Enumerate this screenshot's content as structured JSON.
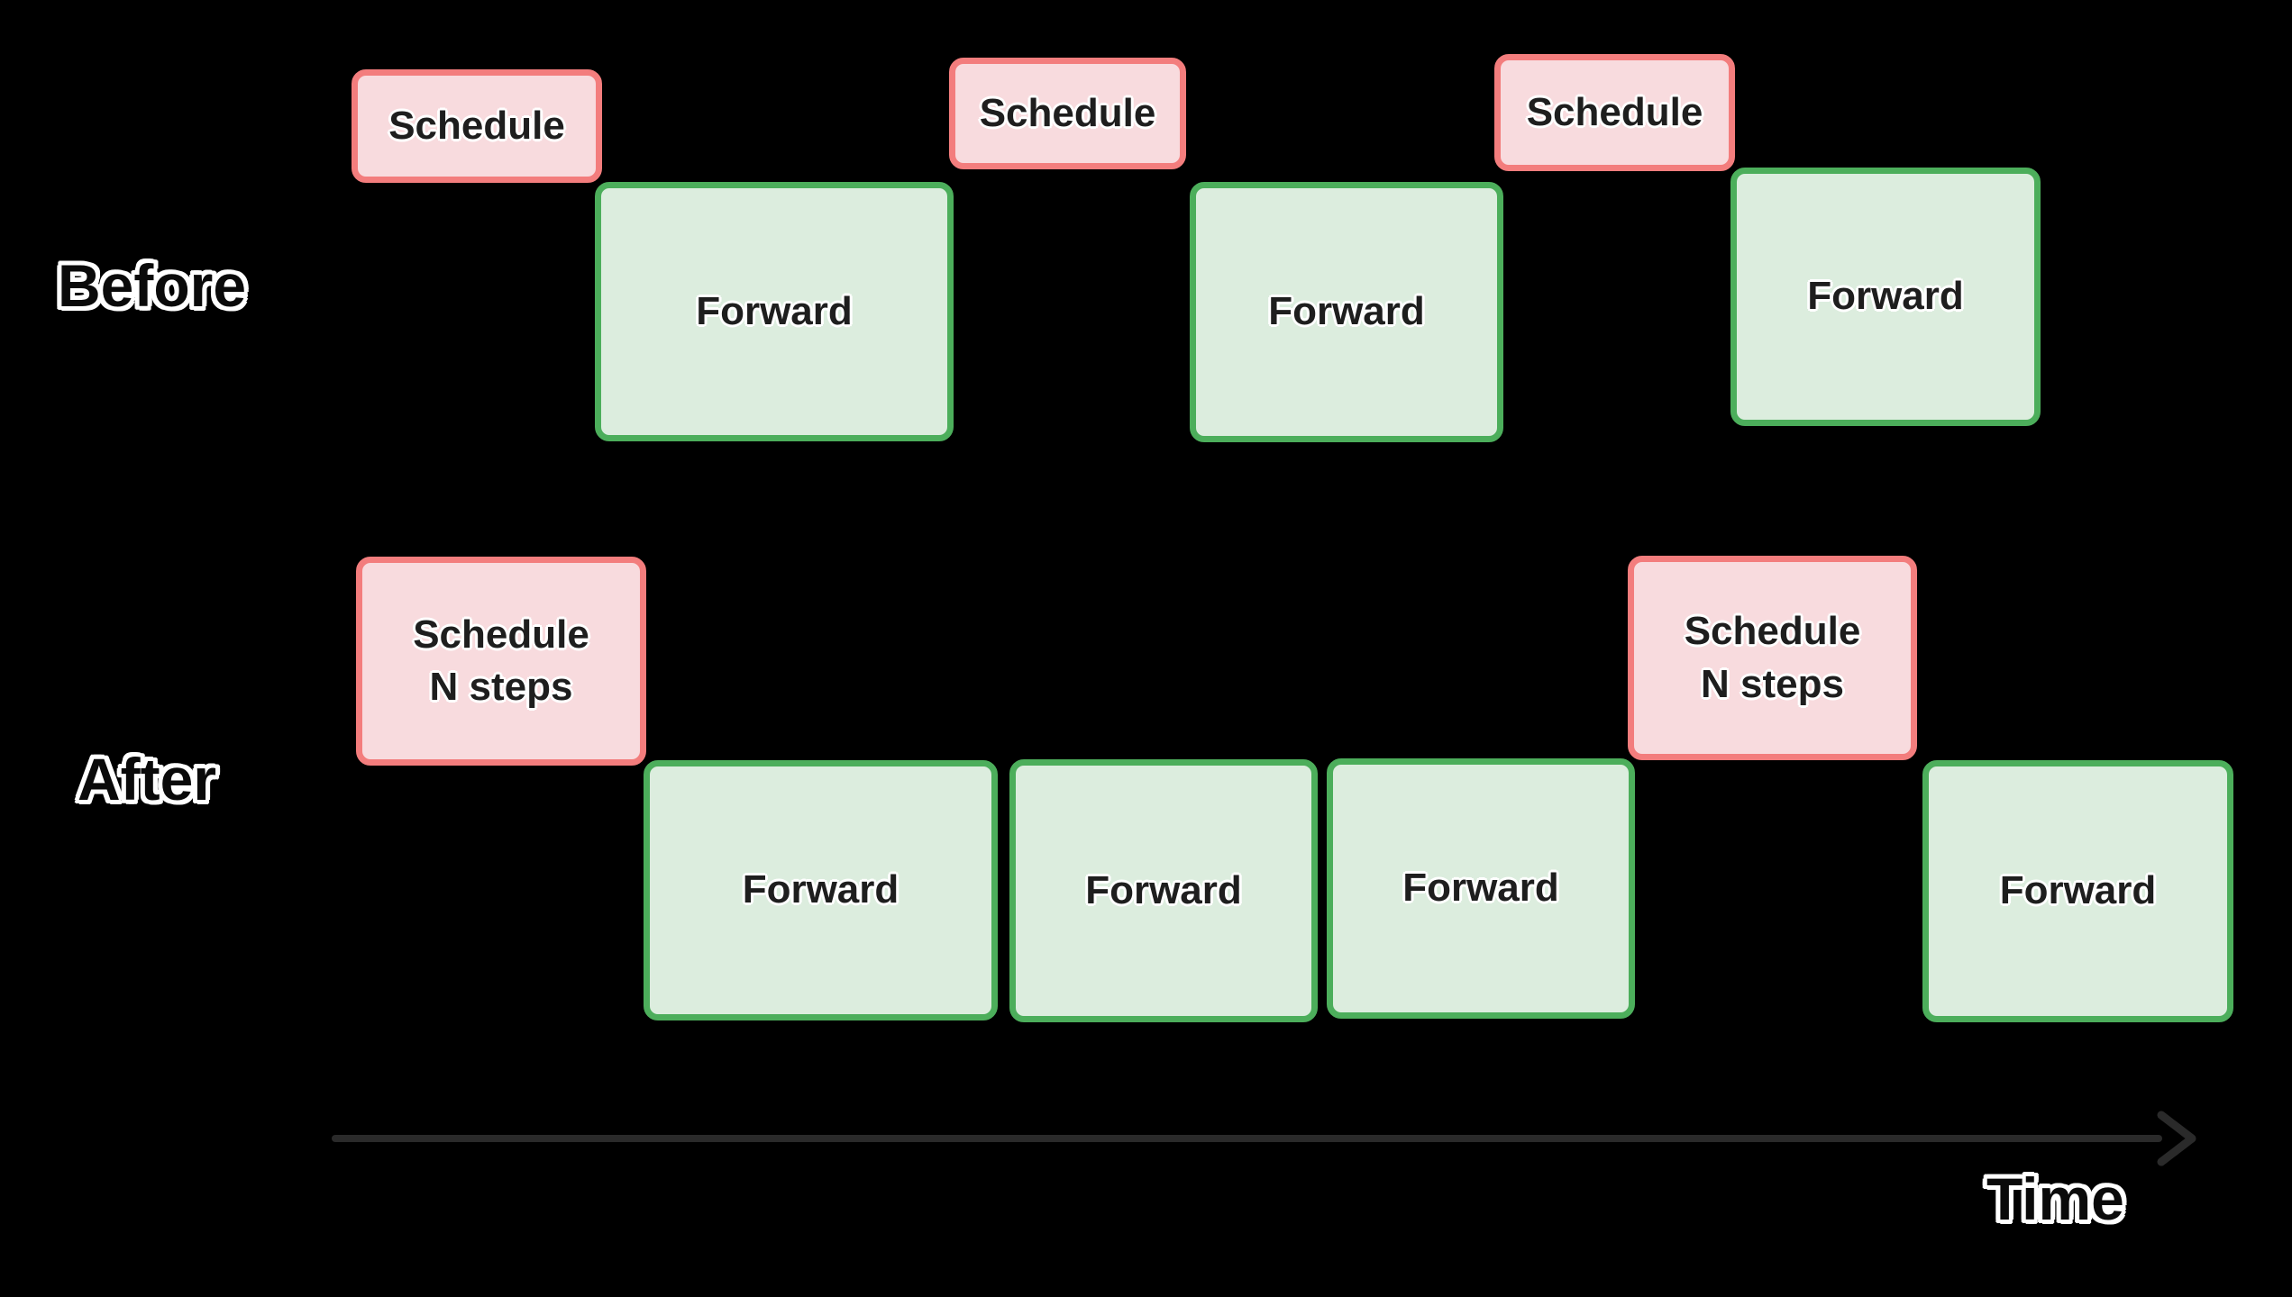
{
  "palette": {
    "bg": "#000000",
    "schedule_fill": "#f8dbde",
    "schedule_border": "#f37d7d",
    "forward_fill": "#dcedde",
    "forward_border": "#4cae5b",
    "box_text": "#1e1e1e",
    "label_text": "#0a0a0a",
    "label_outline": "#ffffff",
    "axis_color": "#2a2a2a"
  },
  "rows": [
    {
      "label": "Before",
      "boxes": [
        {
          "type": "schedule",
          "text": "Schedule"
        },
        {
          "type": "forward",
          "text": "Forward"
        },
        {
          "type": "schedule",
          "text": "Schedule"
        },
        {
          "type": "forward",
          "text": "Forward"
        },
        {
          "type": "schedule",
          "text": "Schedule"
        },
        {
          "type": "forward",
          "text": "Forward"
        }
      ]
    },
    {
      "label": "After",
      "boxes": [
        {
          "type": "schedule",
          "text": "Schedule",
          "text2": "N steps"
        },
        {
          "type": "forward",
          "text": "Forward"
        },
        {
          "type": "forward",
          "text": "Forward"
        },
        {
          "type": "forward",
          "text": "Forward"
        },
        {
          "type": "schedule",
          "text": "Schedule",
          "text2": "N steps"
        },
        {
          "type": "forward",
          "text": "Forward"
        }
      ]
    }
  ],
  "axis": {
    "label": "Time"
  }
}
